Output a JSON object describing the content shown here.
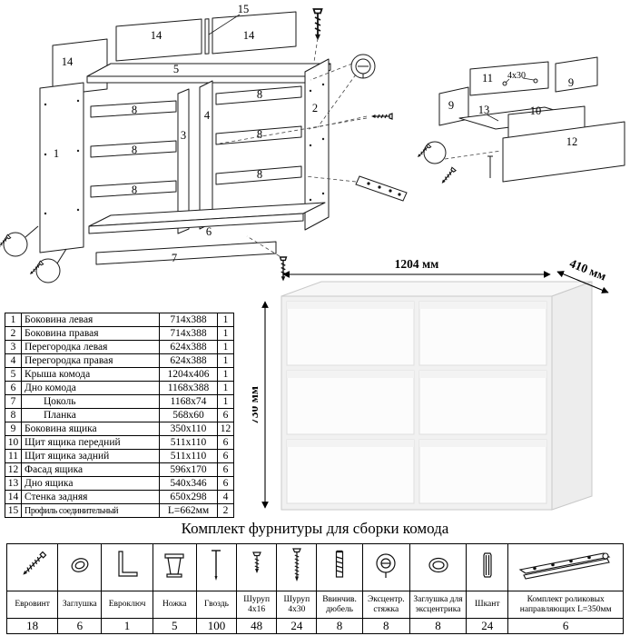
{
  "title": "Комплект фурнитуры для сборки комода",
  "dimensions": {
    "width": "1204 мм",
    "depth": "410 мм",
    "height": "730 мм"
  },
  "diagram": {
    "labels": {
      "l15": "15",
      "l14a": "14",
      "l14b": "14",
      "l14c": "14",
      "l5": "5",
      "l1": "1",
      "l2": "2",
      "l3": "3",
      "l4": "4",
      "l8a": "8",
      "l8b": "8",
      "l8c": "8",
      "l8d": "8",
      "l8e": "8",
      "l8f": "8",
      "l6": "6",
      "l7": "7",
      "l9a": "9",
      "l9b": "9",
      "l10": "10",
      "l11": "11",
      "l12": "12",
      "l13": "13",
      "screw_size": "4x30"
    }
  },
  "parts_table": {
    "rows": [
      {
        "num": "1",
        "name": "Боковина левая",
        "size": "714x388",
        "qty": "1"
      },
      {
        "num": "2",
        "name": "Боковина правая",
        "size": "714x388",
        "qty": "1"
      },
      {
        "num": "3",
        "name": "Перегородка левая",
        "size": "624x388",
        "qty": "1"
      },
      {
        "num": "4",
        "name": "Перегородка правая",
        "size": "624x388",
        "qty": "1"
      },
      {
        "num": "5",
        "name": "Крыша комода",
        "size": "1204x406",
        "qty": "1"
      },
      {
        "num": "6",
        "name": "Дно комода",
        "size": "1168x388",
        "qty": "1"
      },
      {
        "num": "7",
        "name": "Цоколь",
        "size": "1168x74",
        "qty": "1",
        "name_class": "indent"
      },
      {
        "num": "8",
        "name": "Планка",
        "size": "568x60",
        "qty": "6",
        "name_class": "indent"
      },
      {
        "num": "9",
        "name": "Боковина ящика",
        "size": "350x110",
        "qty": "12"
      },
      {
        "num": "10",
        "name": "Щит ящика передний",
        "size": "511x110",
        "qty": "6"
      },
      {
        "num": "11",
        "name": "Щит ящика задний",
        "size": "511x110",
        "qty": "6"
      },
      {
        "num": "12",
        "name": "Фасад ящика",
        "size": "596x170",
        "qty": "6"
      },
      {
        "num": "13",
        "name": "Дно ящика",
        "size": "540x346",
        "qty": "6"
      },
      {
        "num": "14",
        "name": "Стенка задняя",
        "size": "650x298",
        "qty": "4"
      },
      {
        "num": "15",
        "name": "Профиль соединительный",
        "size": "L=662мм",
        "qty": "2",
        "name_class": "small"
      }
    ]
  },
  "hardware": {
    "items": [
      {
        "name": "Евровинт",
        "qty": "18"
      },
      {
        "name": "Заглушка",
        "qty": "6"
      },
      {
        "name": "Евроключ",
        "qty": "1"
      },
      {
        "name": "Ножка",
        "qty": "5"
      },
      {
        "name": "Гвоздь",
        "qty": "100"
      },
      {
        "name": "Шуруп 4x16",
        "qty": "48"
      },
      {
        "name": "Шуруп 4x30",
        "qty": "24"
      },
      {
        "name": "Ввинчив. дюбель",
        "qty": "8"
      },
      {
        "name": "Эксцентр. стяжка",
        "qty": "8"
      },
      {
        "name": "Заглушка для эксцентрика",
        "qty": "8"
      },
      {
        "name": "Шкант",
        "qty": "24"
      },
      {
        "name": "Комплект роликовых направляющих L=350мм",
        "qty": "6"
      }
    ]
  }
}
